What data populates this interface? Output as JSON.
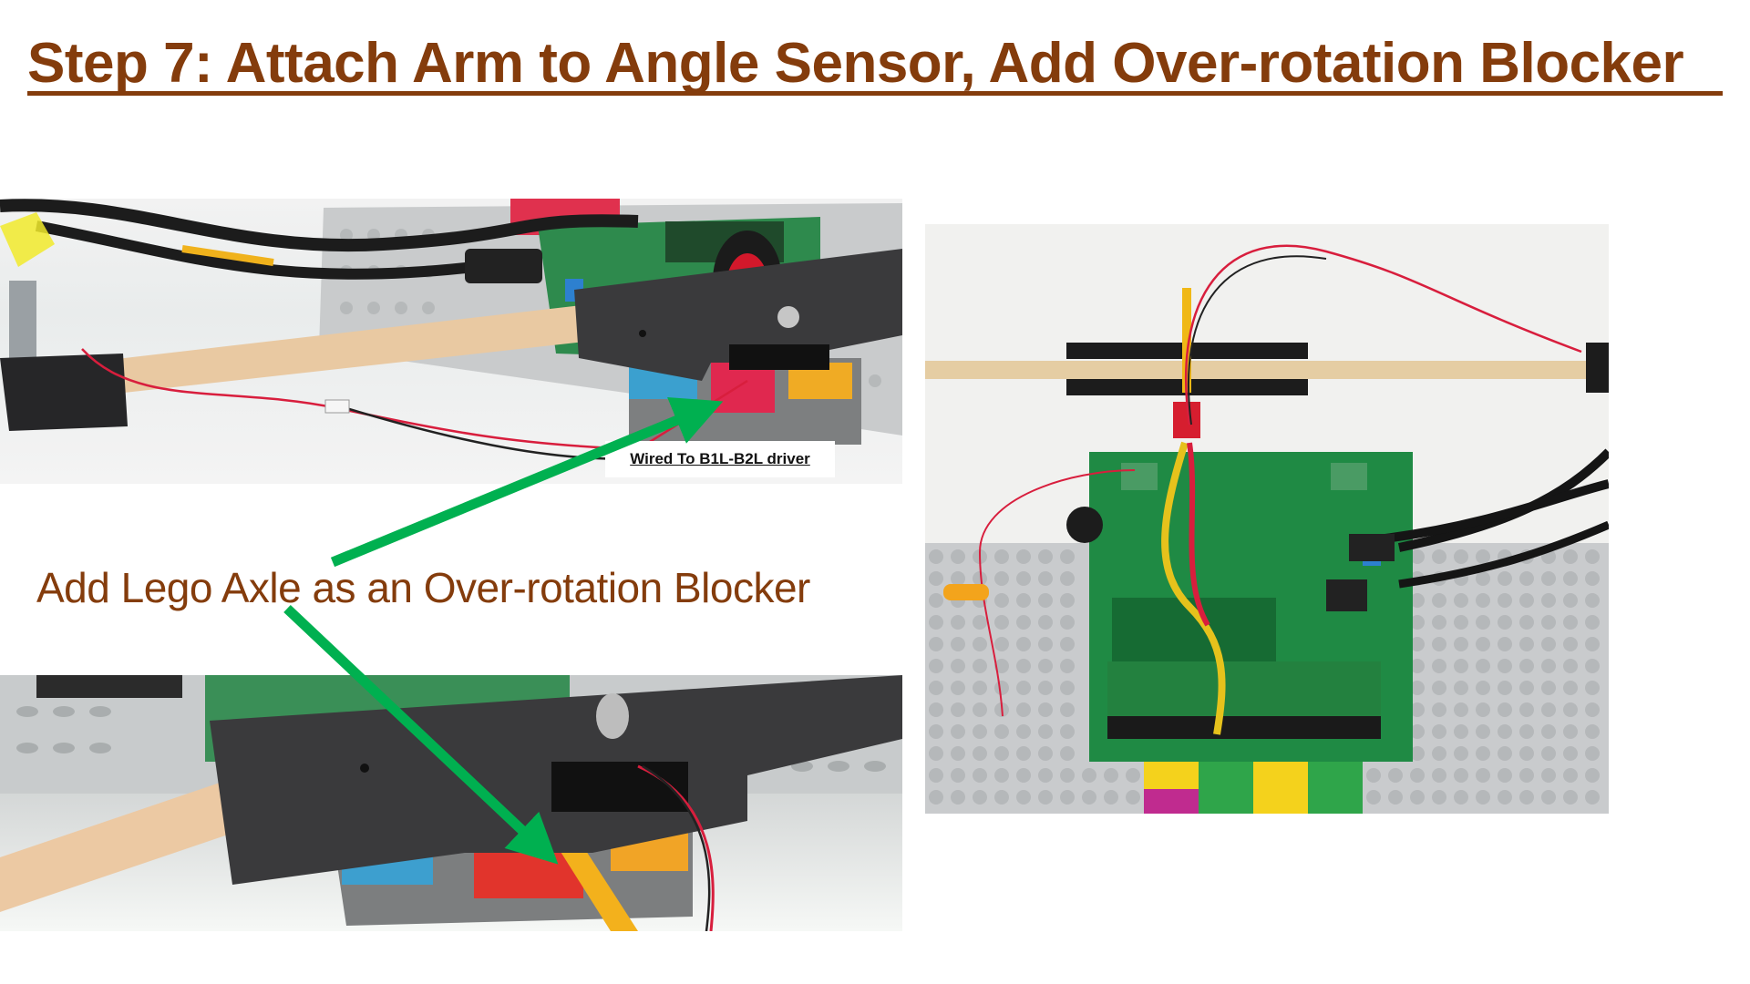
{
  "slide": {
    "title": "Step 7: Attach Arm to Angle Sensor, Add Over-rotation Blocker",
    "title_color": "#843C0C",
    "callout_label": "Wired To B1L-B2L driver",
    "center_label": "Add Lego Axle as an Over-rotation Blocker",
    "arrow_color": "#00B050"
  },
  "photos": [
    {
      "id": "top-left",
      "subject": "arm-mounted-on-angle-sensor-side-view"
    },
    {
      "id": "bottom-left",
      "subject": "lego-axle-blocker-closeup"
    },
    {
      "id": "right",
      "subject": "top-view-assembled-board-arm-and-propeller"
    }
  ]
}
